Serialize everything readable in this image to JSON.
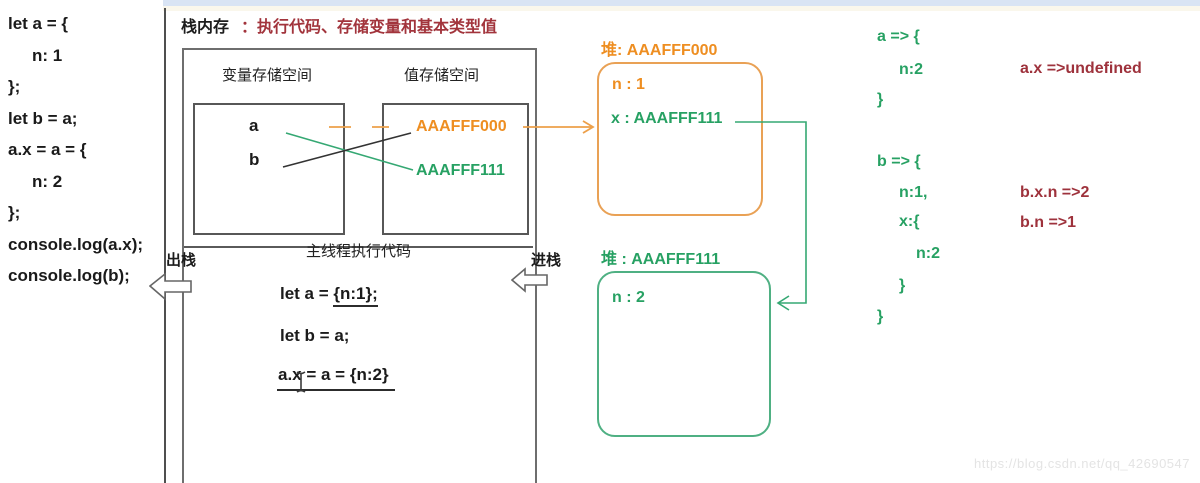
{
  "left_code": {
    "lines": [
      "let a = {",
      "n: 1",
      "};",
      "let b = a;",
      "a.x = a = {",
      "n: 2",
      "};",
      "console.log(a.x);",
      "console.log(b);"
    ]
  },
  "stack": {
    "title": "栈内存",
    "subtitle": "：执行代码、存储变量和基本类型值",
    "var_space_label": "变量存储空间",
    "val_space_label": "值存储空间",
    "var_a": "a",
    "var_b": "b",
    "addr_000": "AAAFFF000",
    "addr_111": "AAAFFF111",
    "main_thread_label": "主线程执行代码",
    "pop_label": "出栈",
    "push_label": "进栈",
    "exec": {
      "line1_prefix": "let a = ",
      "line1_underlined": "{n:1};",
      "line2": "let b = a;",
      "line3": "a.x = a = {n:2}"
    }
  },
  "heap1": {
    "title": "堆: AAAFFF000",
    "prop_n": "n : 1",
    "prop_x": "x : AAAFFF111"
  },
  "heap2": {
    "title": "堆 : AAAFFF111",
    "prop_n": "n : 2"
  },
  "results": {
    "a_lines": [
      "a => {",
      "n:2",
      "}"
    ],
    "ax_result": "a.x =>undefined",
    "b_lines": [
      "b => {",
      "n:1,",
      "x:{",
      "n:2",
      "}",
      "}"
    ],
    "bxn_result": "b.x.n =>2",
    "bn_result": "b.n =>1"
  },
  "watermark": "https://blog.csdn.net/qq_42690547",
  "colors": {
    "orange": "#ee8e21",
    "orange_border": "#e9a155",
    "green": "#27a163",
    "green_border": "#4fb083",
    "dark_red": "#9e323c",
    "box_gray": "#6e6e6e"
  }
}
